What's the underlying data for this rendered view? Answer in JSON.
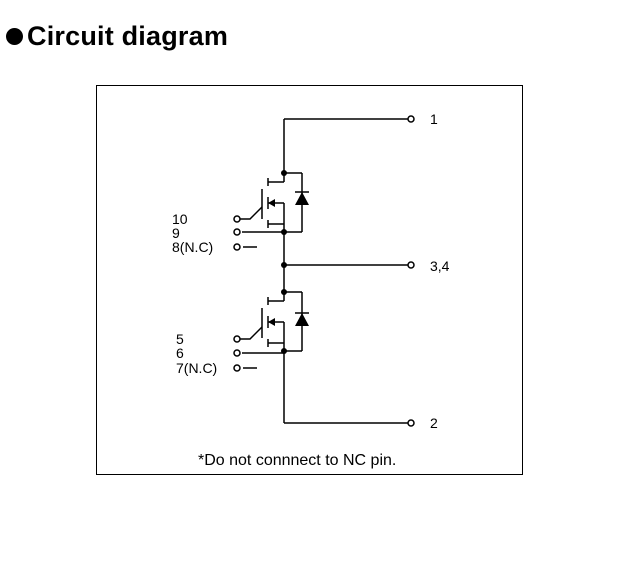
{
  "title": {
    "bullet": "●",
    "text": "Circuit diagram"
  },
  "pins": {
    "pin_1": "1",
    "pin_3_4": "3,4",
    "pin_2": "2",
    "pin_10": "10",
    "pin_9": "9",
    "pin_8": "8(N.C)",
    "pin_5": "5",
    "pin_6": "6",
    "pin_7": "7(N.C)"
  },
  "note": "*Do not connnect to NC pin.",
  "colors": {
    "line": "#000000",
    "background": "#ffffff"
  }
}
